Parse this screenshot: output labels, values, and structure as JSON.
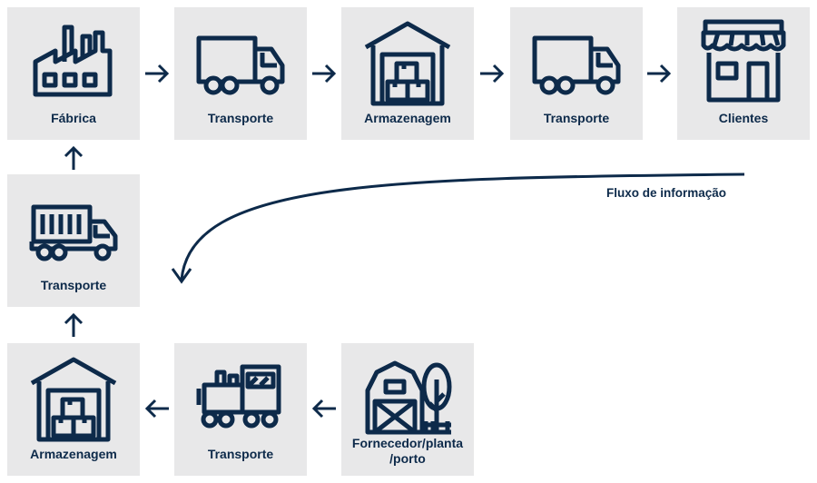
{
  "top_row": [
    {
      "id": "fabrica",
      "label": "Fábrica",
      "icon": "factory-icon"
    },
    {
      "id": "transporte-1",
      "label": "Transporte",
      "icon": "truck-icon"
    },
    {
      "id": "armazenagem-1",
      "label": "Armazenagem",
      "icon": "warehouse-icon"
    },
    {
      "id": "transporte-2",
      "label": "Transporte",
      "icon": "truck-icon"
    },
    {
      "id": "clientes",
      "label": "Clientes",
      "icon": "store-icon"
    }
  ],
  "middle": {
    "id": "transporte-3",
    "label": "Transporte",
    "icon": "container-truck-icon"
  },
  "bottom_row": [
    {
      "id": "armazenagem-2",
      "label": "Armazenagem",
      "icon": "warehouse-icon"
    },
    {
      "id": "transporte-4",
      "label": "Transporte",
      "icon": "train-icon"
    },
    {
      "id": "fornecedor",
      "label_line1": "Fornecedor/planta",
      "label_line2": "/porto",
      "icon": "barn-icon"
    }
  ],
  "info_flow_label": "Fluxo de informação",
  "colors": {
    "primary": "#0d2a4a",
    "box": "#e8e8e9"
  }
}
